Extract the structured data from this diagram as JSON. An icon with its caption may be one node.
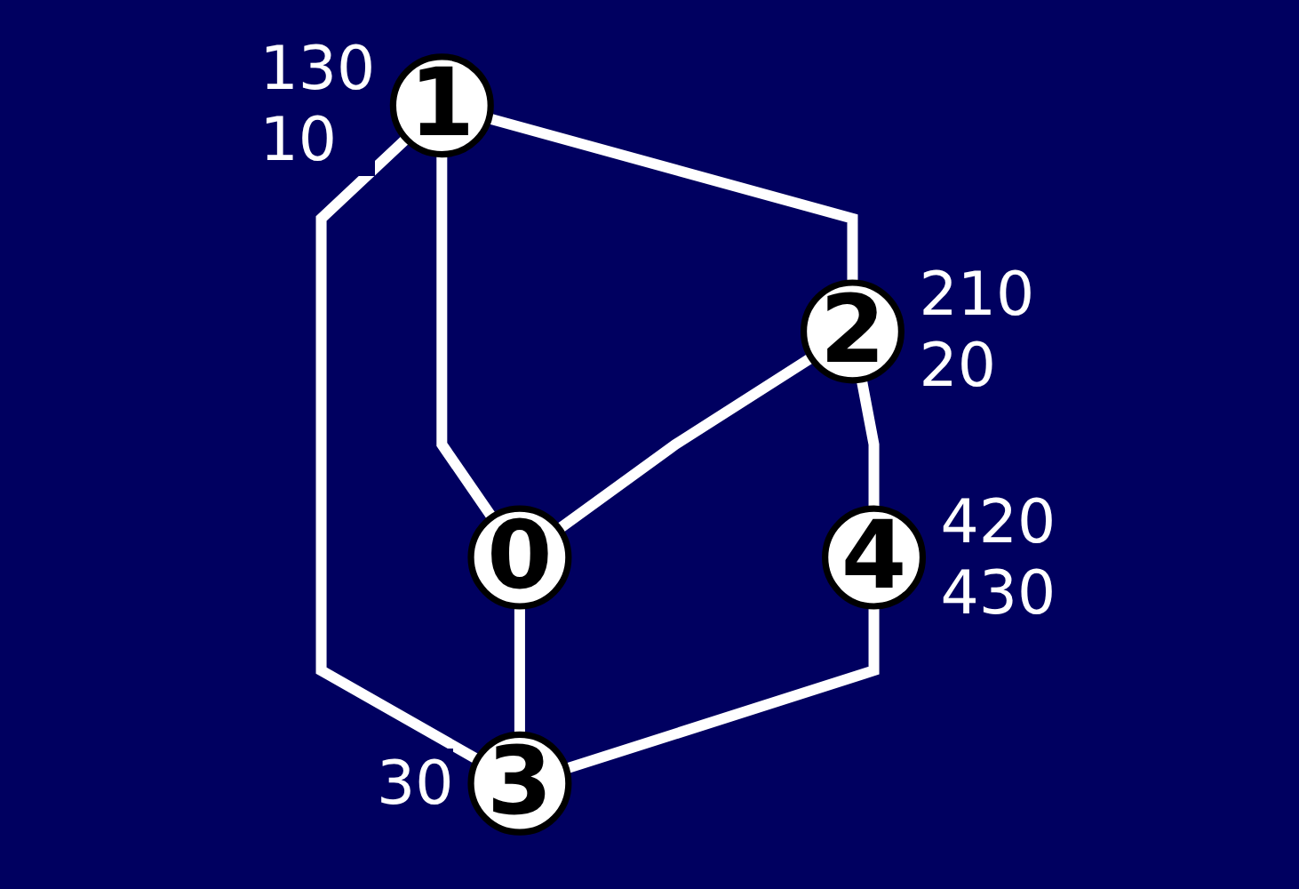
{
  "diagram": {
    "nodes": [
      {
        "text": [
          "1"
        ],
        "beside": [
          "130",
          "10"
        ]
      },
      {
        "text": [
          "2"
        ],
        "beside": [
          "210",
          "20"
        ]
      },
      {
        "text": [
          "0"
        ]
      },
      {
        "text": [
          "3"
        ],
        "beside": [
          "30"
        ]
      },
      {
        "text": [
          "4"
        ],
        "beside": [
          "420",
          "430"
        ]
      }
    ],
    "edges": [
      {
        "from": 0,
        "to": 1,
        "arrow": "none"
      },
      {
        "from": 0,
        "to": 2,
        "arrow": "none"
      },
      {
        "from": 1,
        "to": 2,
        "arrow": "none"
      },
      {
        "from": 0,
        "to": 3,
        "arrow": "none"
      },
      {
        "from": 2,
        "to": 3,
        "arrow": "none"
      },
      {
        "from": 1,
        "to": 4,
        "arrow": "none"
      },
      {
        "from": 4,
        "to": 3,
        "arrow": "none"
      }
    ]
  }
}
